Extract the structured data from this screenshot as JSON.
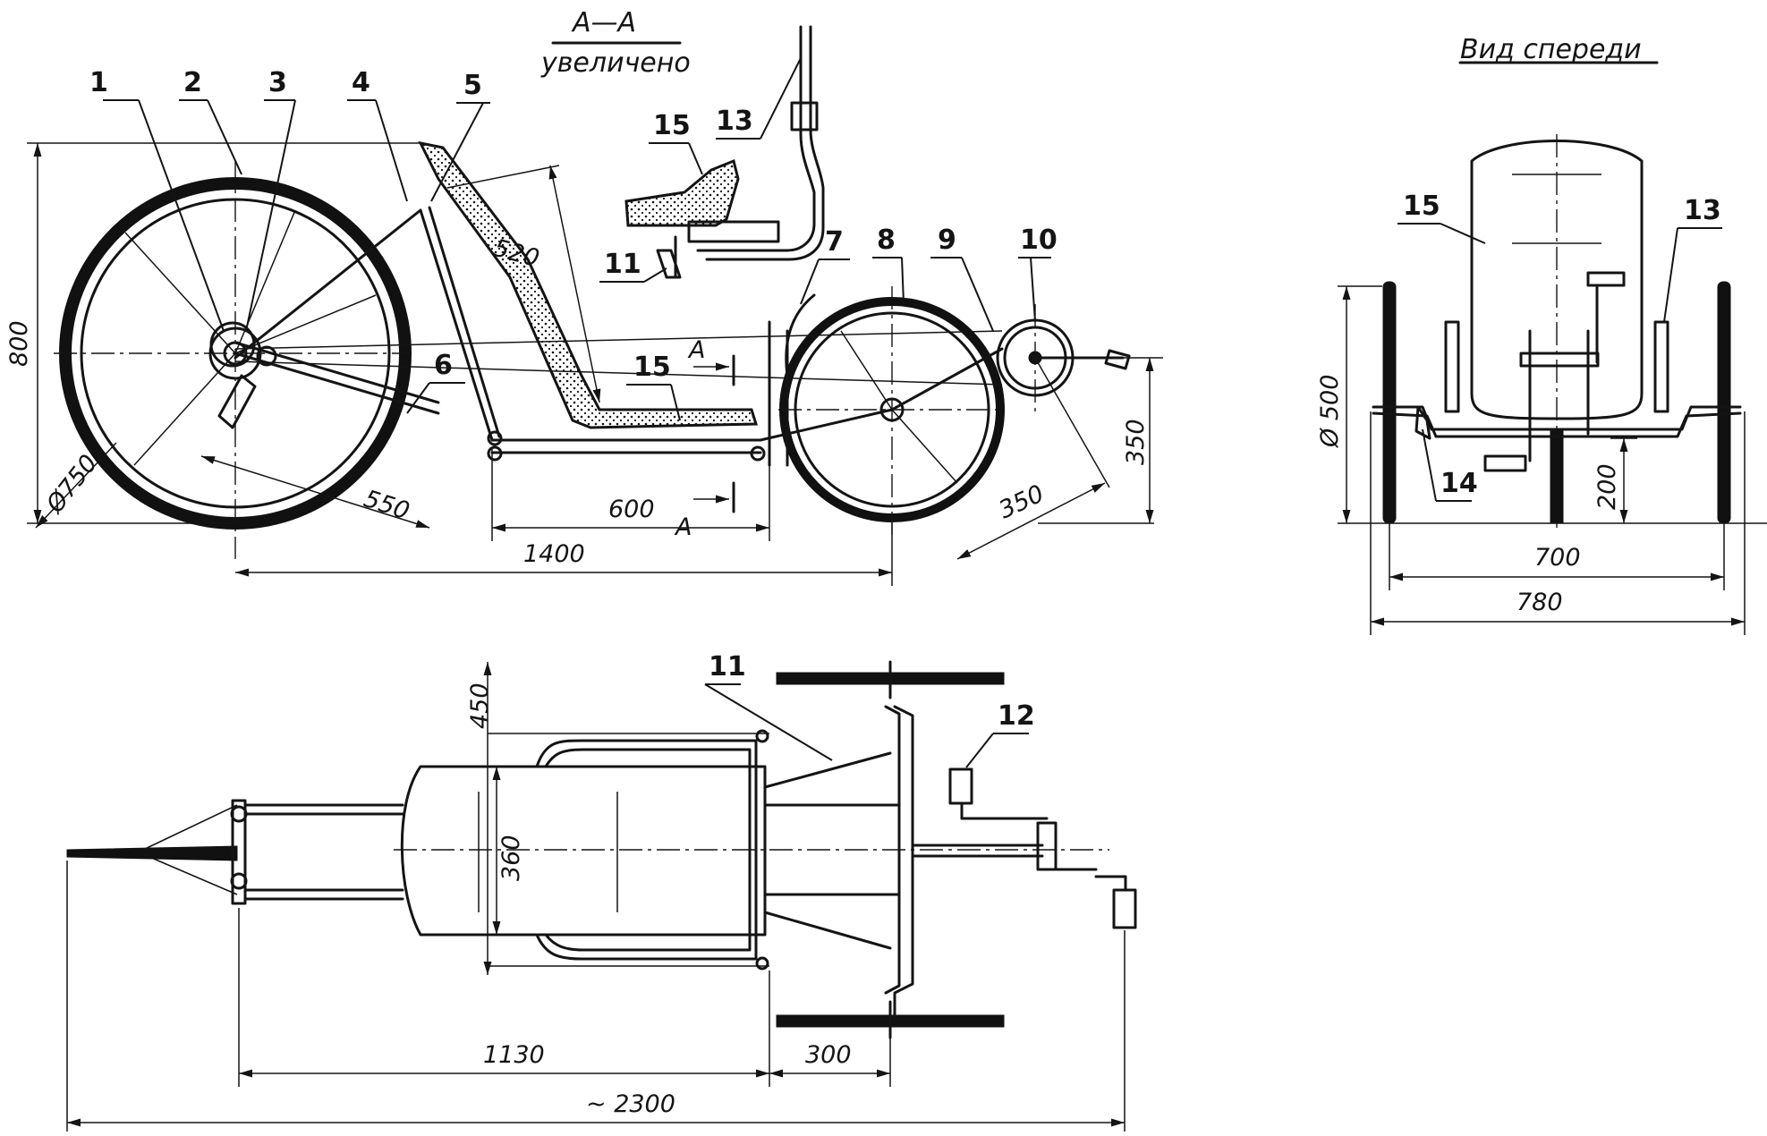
{
  "section": {
    "title": "А—А",
    "subtitle": "увеличено"
  },
  "front_view_title": "Вид спереди",
  "colors": {
    "ink": "#141414",
    "paper": "#ffffff"
  },
  "side_view": {
    "parts": [
      "1",
      "2",
      "3",
      "4",
      "5",
      "6",
      "7",
      "8",
      "9",
      "10",
      "15",
      "13",
      "11"
    ],
    "dims": {
      "height": "800",
      "wheel_dia": "Ø750",
      "d550": "550",
      "d520": "520",
      "d600": "600",
      "wheelbase": "1400",
      "crank": "350",
      "crank_h": "350"
    },
    "section_marks": [
      "A",
      "A"
    ]
  },
  "front_view": {
    "parts": [
      "15",
      "13",
      "14"
    ],
    "dims": {
      "wheel_dia": "Ø 500",
      "clearance": "200",
      "track": "700",
      "width": "780"
    }
  },
  "top_view": {
    "parts": [
      "11",
      "12"
    ],
    "dims": {
      "d450": "450",
      "d360": "360",
      "d1130": "1130",
      "d300": "300",
      "length": "~ 2300"
    }
  }
}
